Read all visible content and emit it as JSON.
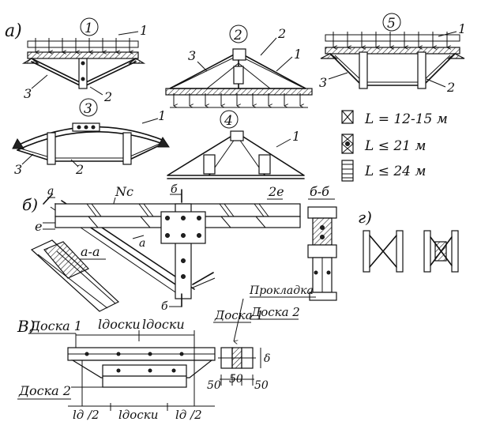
{
  "sections": {
    "a": "а)",
    "b": "б)",
    "g": "г)",
    "v": "В)"
  },
  "schemes": [
    {
      "number": "1",
      "labels": [
        "1",
        "2",
        "3"
      ]
    },
    {
      "number": "2",
      "labels": [
        "3",
        "2",
        "1"
      ]
    },
    {
      "number": "3",
      "labels": [
        "1",
        "3",
        "2"
      ]
    },
    {
      "number": "4",
      "labels": [
        "1"
      ]
    },
    {
      "number": "5",
      "labels": [
        "1",
        "3",
        "2"
      ]
    }
  ],
  "legend": [
    {
      "text": "L = 12-15 м"
    },
    {
      "text": "L ≤ 21 м"
    },
    {
      "text": "L ≤ 24 м"
    }
  ],
  "node_detail": {
    "section_aa_mark": "а",
    "section_bb_mark": "б",
    "section_aa_title": "а-а",
    "section_bb_title": "б-б",
    "force_label": "Nc",
    "e_left": "e",
    "e_right": "2e"
  },
  "board_detail": {
    "board1": "Доска 1",
    "board2": "Доска 2",
    "l_board": "lдоски",
    "l_board2": "lдоски",
    "l_board3": "lдоски",
    "l_half": "lд /2",
    "l_half2": "lд /2",
    "spacer": "Прокладка",
    "board1_b": "Доска 1",
    "board2_b": "Доска 2",
    "dim_50_left": "50",
    "dim_50_mid": "50",
    "dim_50_right": "50",
    "dim_right": "δ"
  }
}
